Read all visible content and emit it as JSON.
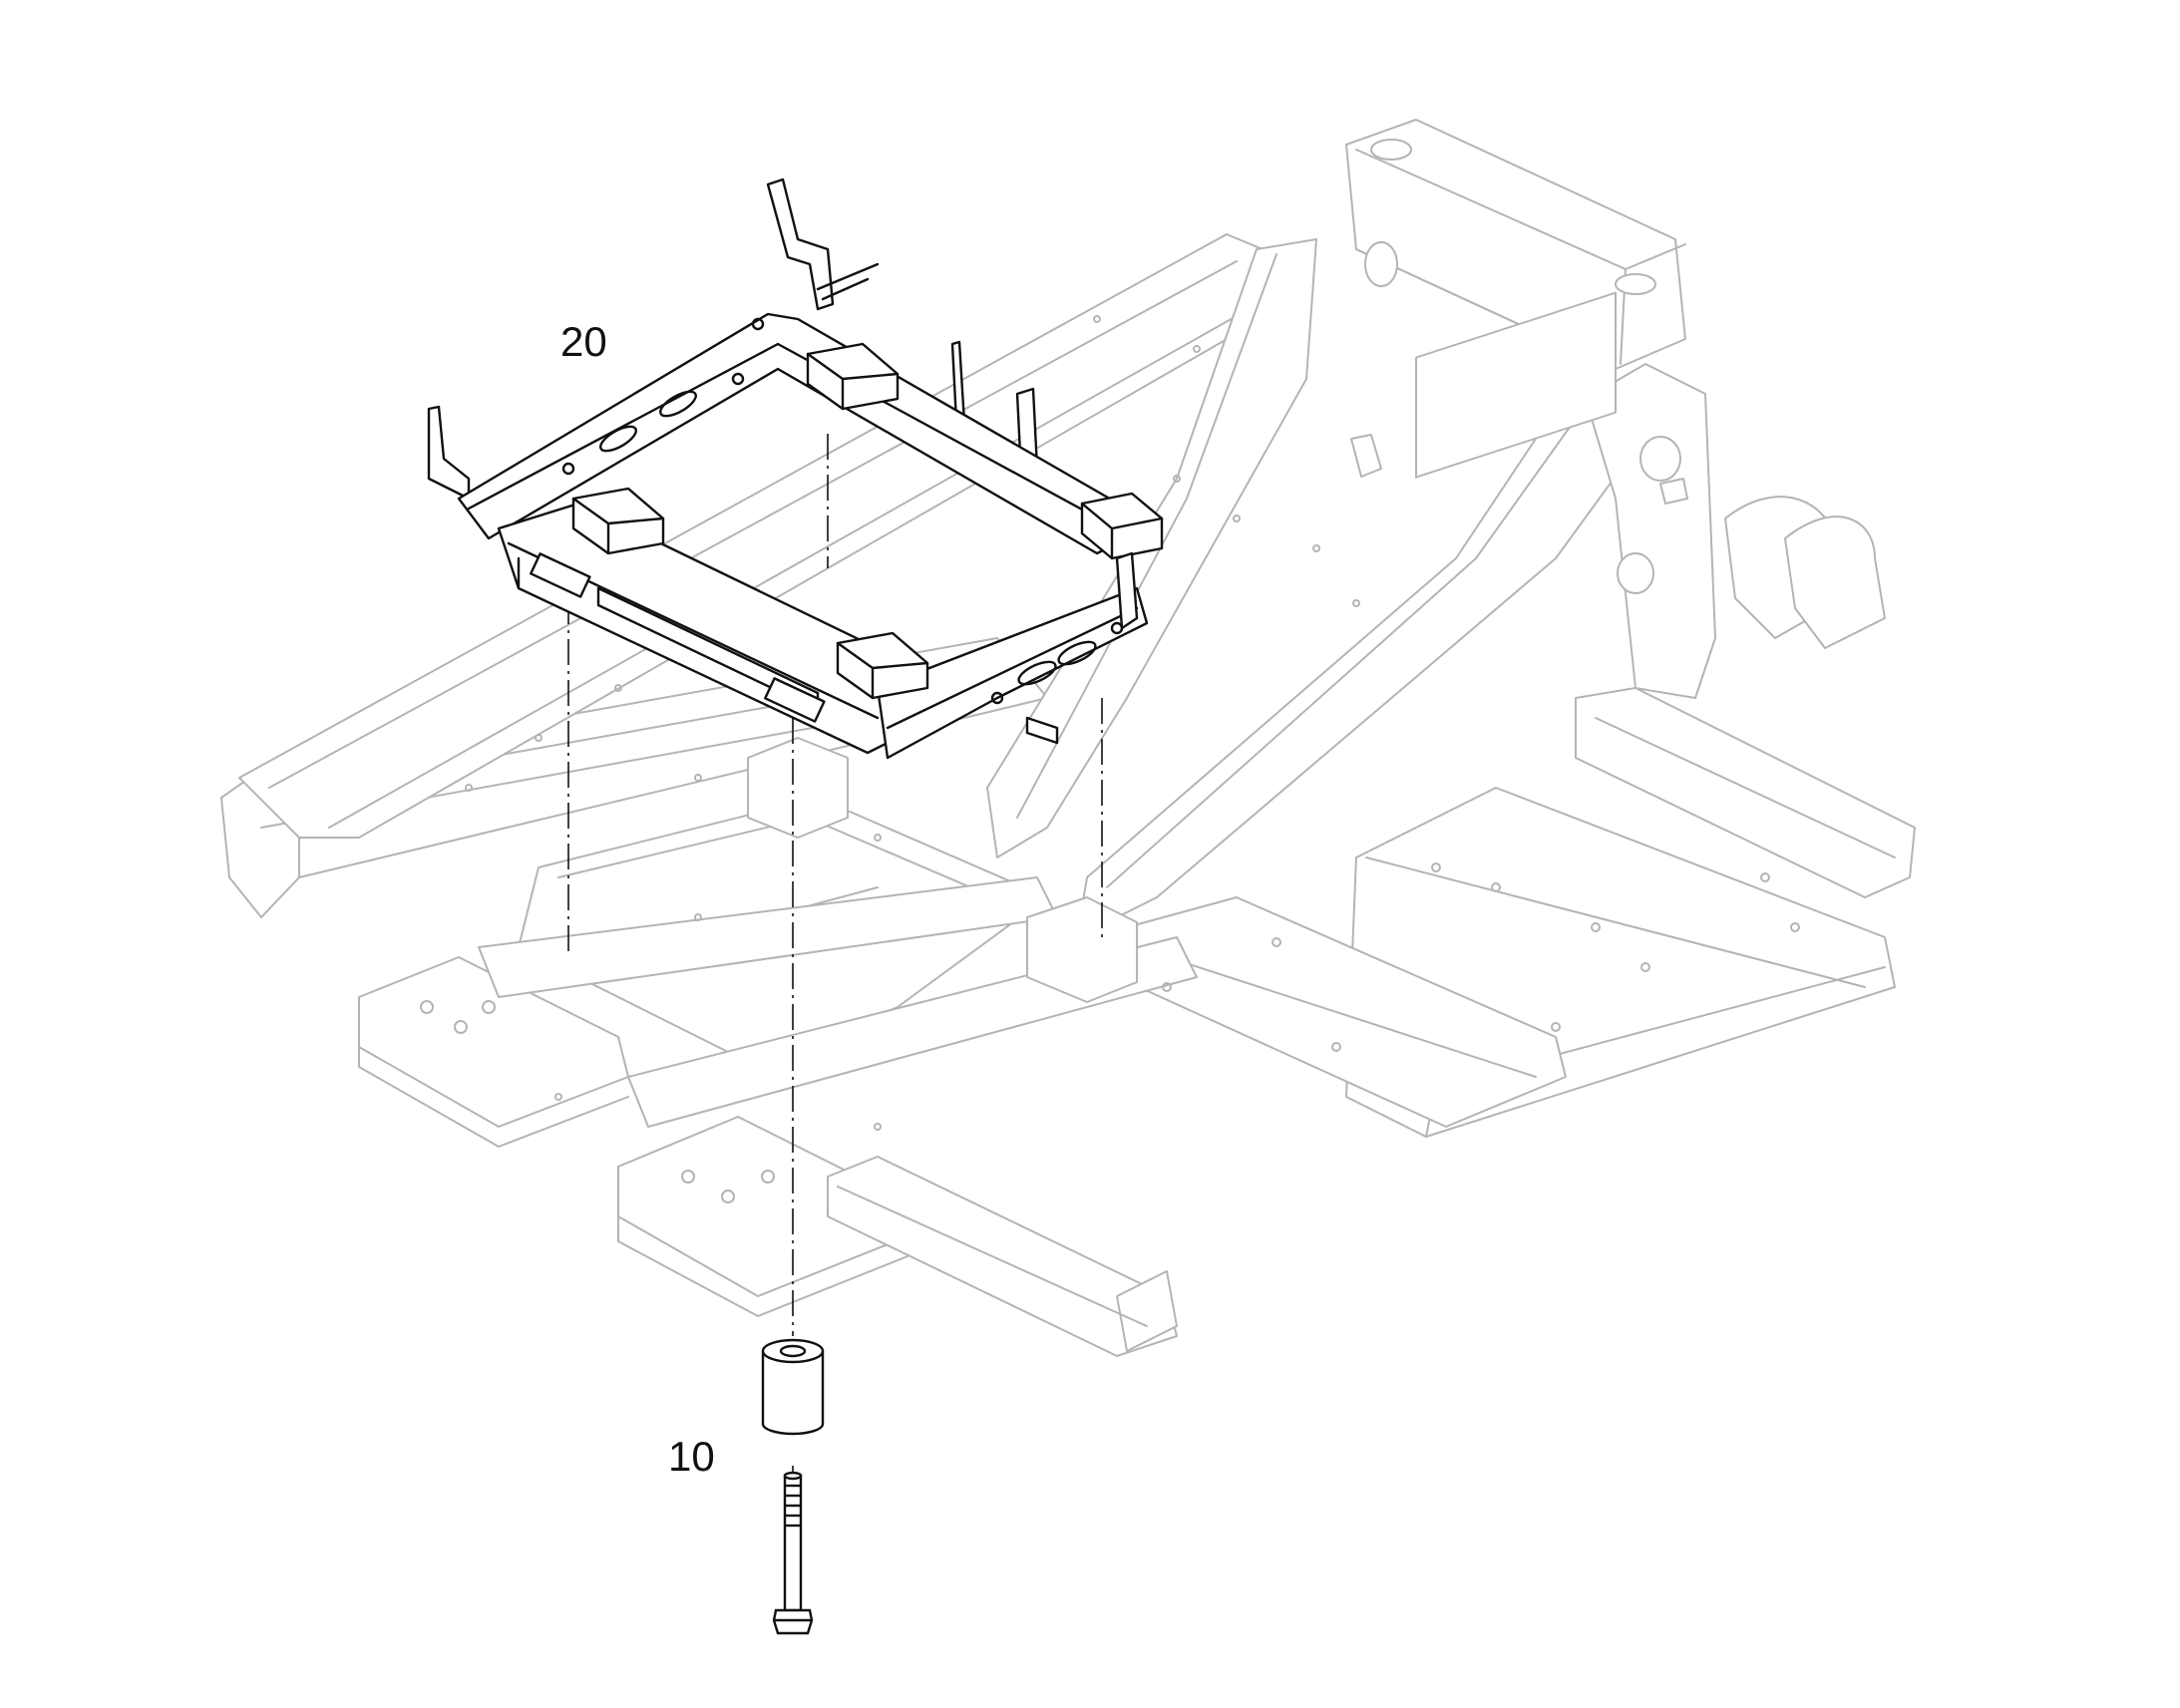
{
  "callouts": {
    "frame_mount": "20",
    "bushing_bolt": "10"
  },
  "colors": {
    "background": "#ffffff",
    "faint_line": "#b4b4b4",
    "dark_line": "#111111"
  },
  "icons": {
    "chassis": "main-chassis-frame-drawing",
    "subframe": "mounting-subframe-drawing",
    "bushing": "spacer-bushing-drawing",
    "bolt": "hex-bolt-drawing"
  }
}
